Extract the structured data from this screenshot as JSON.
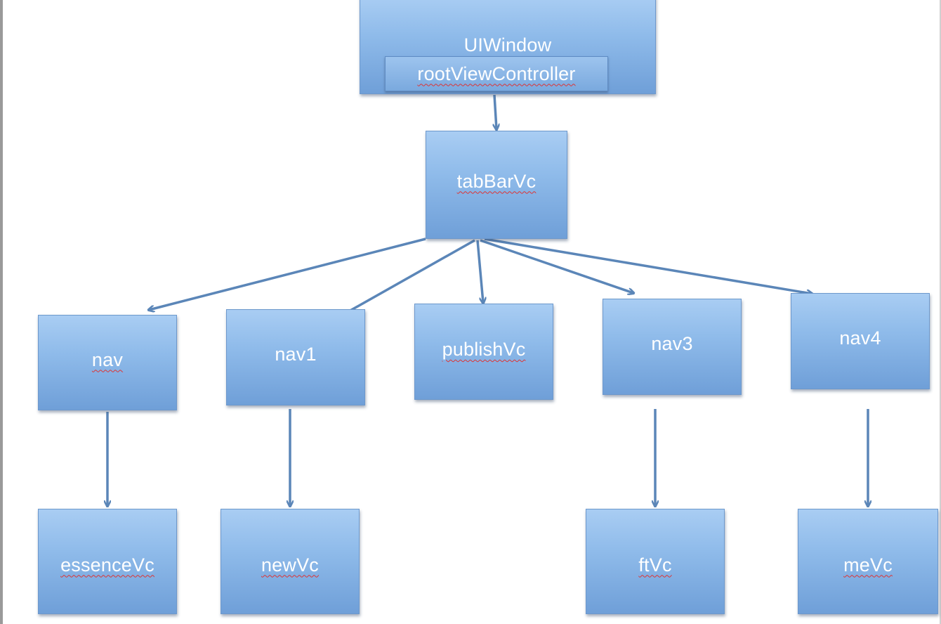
{
  "diagram": {
    "nodes": {
      "uiwindow": "UIWindow",
      "root_view_controller": "rootViewController",
      "tab_bar_vc": "tabBarVc",
      "nav": "nav",
      "nav1": "nav1",
      "publish_vc": "publishVc",
      "nav3": "nav3",
      "nav4": "nav4",
      "essence_vc": "essenceVc",
      "new_vc": "newVc",
      "ft_vc": "ftVc",
      "me_vc": "meVc"
    },
    "edges": [
      {
        "from": "root_view_controller",
        "to": "tab_bar_vc"
      },
      {
        "from": "tab_bar_vc",
        "to": "nav"
      },
      {
        "from": "tab_bar_vc",
        "to": "nav1"
      },
      {
        "from": "tab_bar_vc",
        "to": "publish_vc"
      },
      {
        "from": "tab_bar_vc",
        "to": "nav3"
      },
      {
        "from": "tab_bar_vc",
        "to": "nav4"
      },
      {
        "from": "nav",
        "to": "essence_vc"
      },
      {
        "from": "nav1",
        "to": "new_vc"
      },
      {
        "from": "nav3",
        "to": "ft_vc"
      },
      {
        "from": "nav4",
        "to": "me_vc"
      }
    ],
    "colors": {
      "box_fill": "#8fbbea",
      "box_border": "#6d98cc",
      "arrow": "#5b86b8",
      "label": "#ffffff",
      "spell_underline": "#dd3333"
    }
  }
}
